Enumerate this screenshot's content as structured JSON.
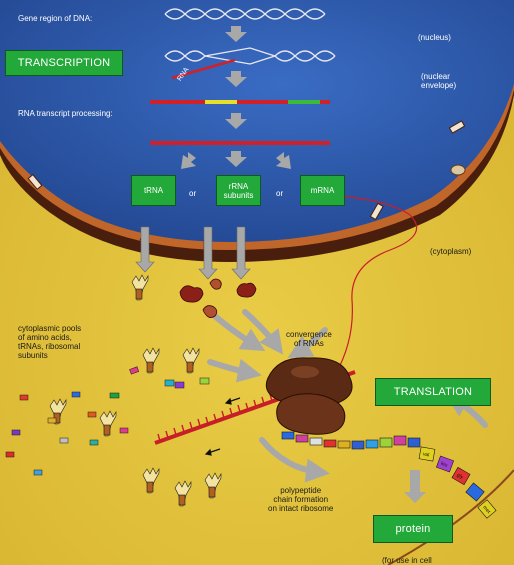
{
  "labels": {
    "gene_region": "Gene region of DNA:",
    "nucleus": "(nucleus)",
    "nuclear_envelope": [
      "(nuclear",
      "envelope)"
    ],
    "rna": "RNA",
    "rna_processing": "RNA transcript processing:",
    "or_1": "or",
    "or_2": "or",
    "cytoplasm": "(cytoplasm)",
    "pools": [
      "cytoplasmic pools",
      "of amino acids,",
      "tRNAs, ribosomal",
      "subunits"
    ],
    "convergence": [
      "convergence",
      "of RNAs"
    ],
    "polypeptide": [
      "polypeptide",
      "chain formation",
      "on intact ribosome"
    ],
    "for_use": "(for use in cell"
  },
  "boxes": {
    "transcription": "TRANSCRIPTION",
    "trna": "tRNA",
    "rrna": [
      "rRNA",
      "subunits"
    ],
    "mrna": "mRNA",
    "translation": "TRANSLATION",
    "protein": "protein"
  },
  "amino_acids": [
    "val",
    "leu",
    "gly",
    "met"
  ],
  "colors": {
    "nucleus": "#2c55a8",
    "cytoplasm": "#e0c13a",
    "box_green": "#23a83a",
    "arrow_gray": "#a8a8a8",
    "rna_red": "#d0202a",
    "exon_yellow": "#e6e02a",
    "exon_green": "#3cba3c",
    "ribosome": "#5a2a14"
  }
}
